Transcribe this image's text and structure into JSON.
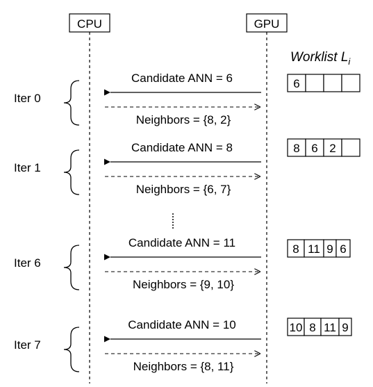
{
  "headers": {
    "cpu": "CPU",
    "gpu": "GPU"
  },
  "worklist_title": {
    "text": "Worklist L",
    "subscript": "i"
  },
  "iterations": [
    {
      "label": "Iter 0",
      "candidate": "Candidate ANN = 6",
      "neighbors": "Neighbors = {8, 2}",
      "worklist": [
        "6",
        "",
        "",
        ""
      ]
    },
    {
      "label": "Iter 1",
      "candidate": "Candidate ANN = 8",
      "neighbors": "Neighbors = {6, 7}",
      "worklist": [
        "8",
        "6",
        "2",
        ""
      ]
    },
    {
      "label": "Iter 6",
      "candidate": "Candidate ANN = 11",
      "neighbors": "Neighbors = {9, 10}",
      "worklist": [
        "8",
        "11",
        "9",
        "6"
      ]
    },
    {
      "label": "Iter 7",
      "candidate": "Candidate ANN = 10",
      "neighbors": "Neighbors = {8, 11}",
      "worklist": [
        "10",
        "8",
        "11",
        "9"
      ]
    }
  ]
}
